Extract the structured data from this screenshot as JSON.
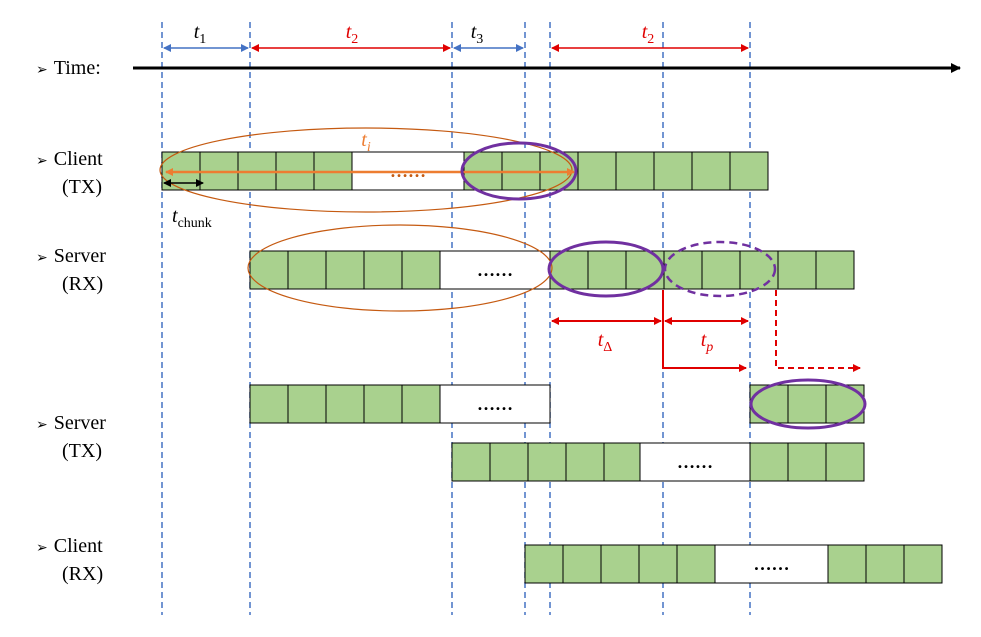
{
  "rows": {
    "time": {
      "label": "Time:"
    },
    "client_tx": {
      "line1": "Client",
      "line2": "(TX)"
    },
    "server_rx": {
      "line1": "Server",
      "line2": "(RX)"
    },
    "server_tx": {
      "line1": "Server",
      "line2": "(TX)"
    },
    "client_rx": {
      "line1": "Client",
      "line2": "(RX)"
    }
  },
  "bullet": "➢",
  "ellipsis": "……",
  "intervals": {
    "t1": {
      "base": "t",
      "sub": "1"
    },
    "t2a": {
      "base": "t",
      "sub": "2"
    },
    "t3": {
      "base": "t",
      "sub": "3"
    },
    "t2b": {
      "base": "t",
      "sub": "2"
    },
    "ti": {
      "base": "t",
      "sub": "i"
    },
    "tchunk": {
      "base": "t",
      "sub": "chunk"
    },
    "tdelta": {
      "base": "t",
      "sub": "Δ"
    },
    "tp": {
      "base": "t",
      "sub": "p"
    }
  },
  "colors": {
    "chunk_fill": "#a9d18e",
    "dashed_line": "#4472c4",
    "interval_blue": "#4472c4",
    "interval_red": "#e00000",
    "orange": "#c55a11",
    "orange_label": "#ed7d31",
    "purple": "#7030a0"
  }
}
